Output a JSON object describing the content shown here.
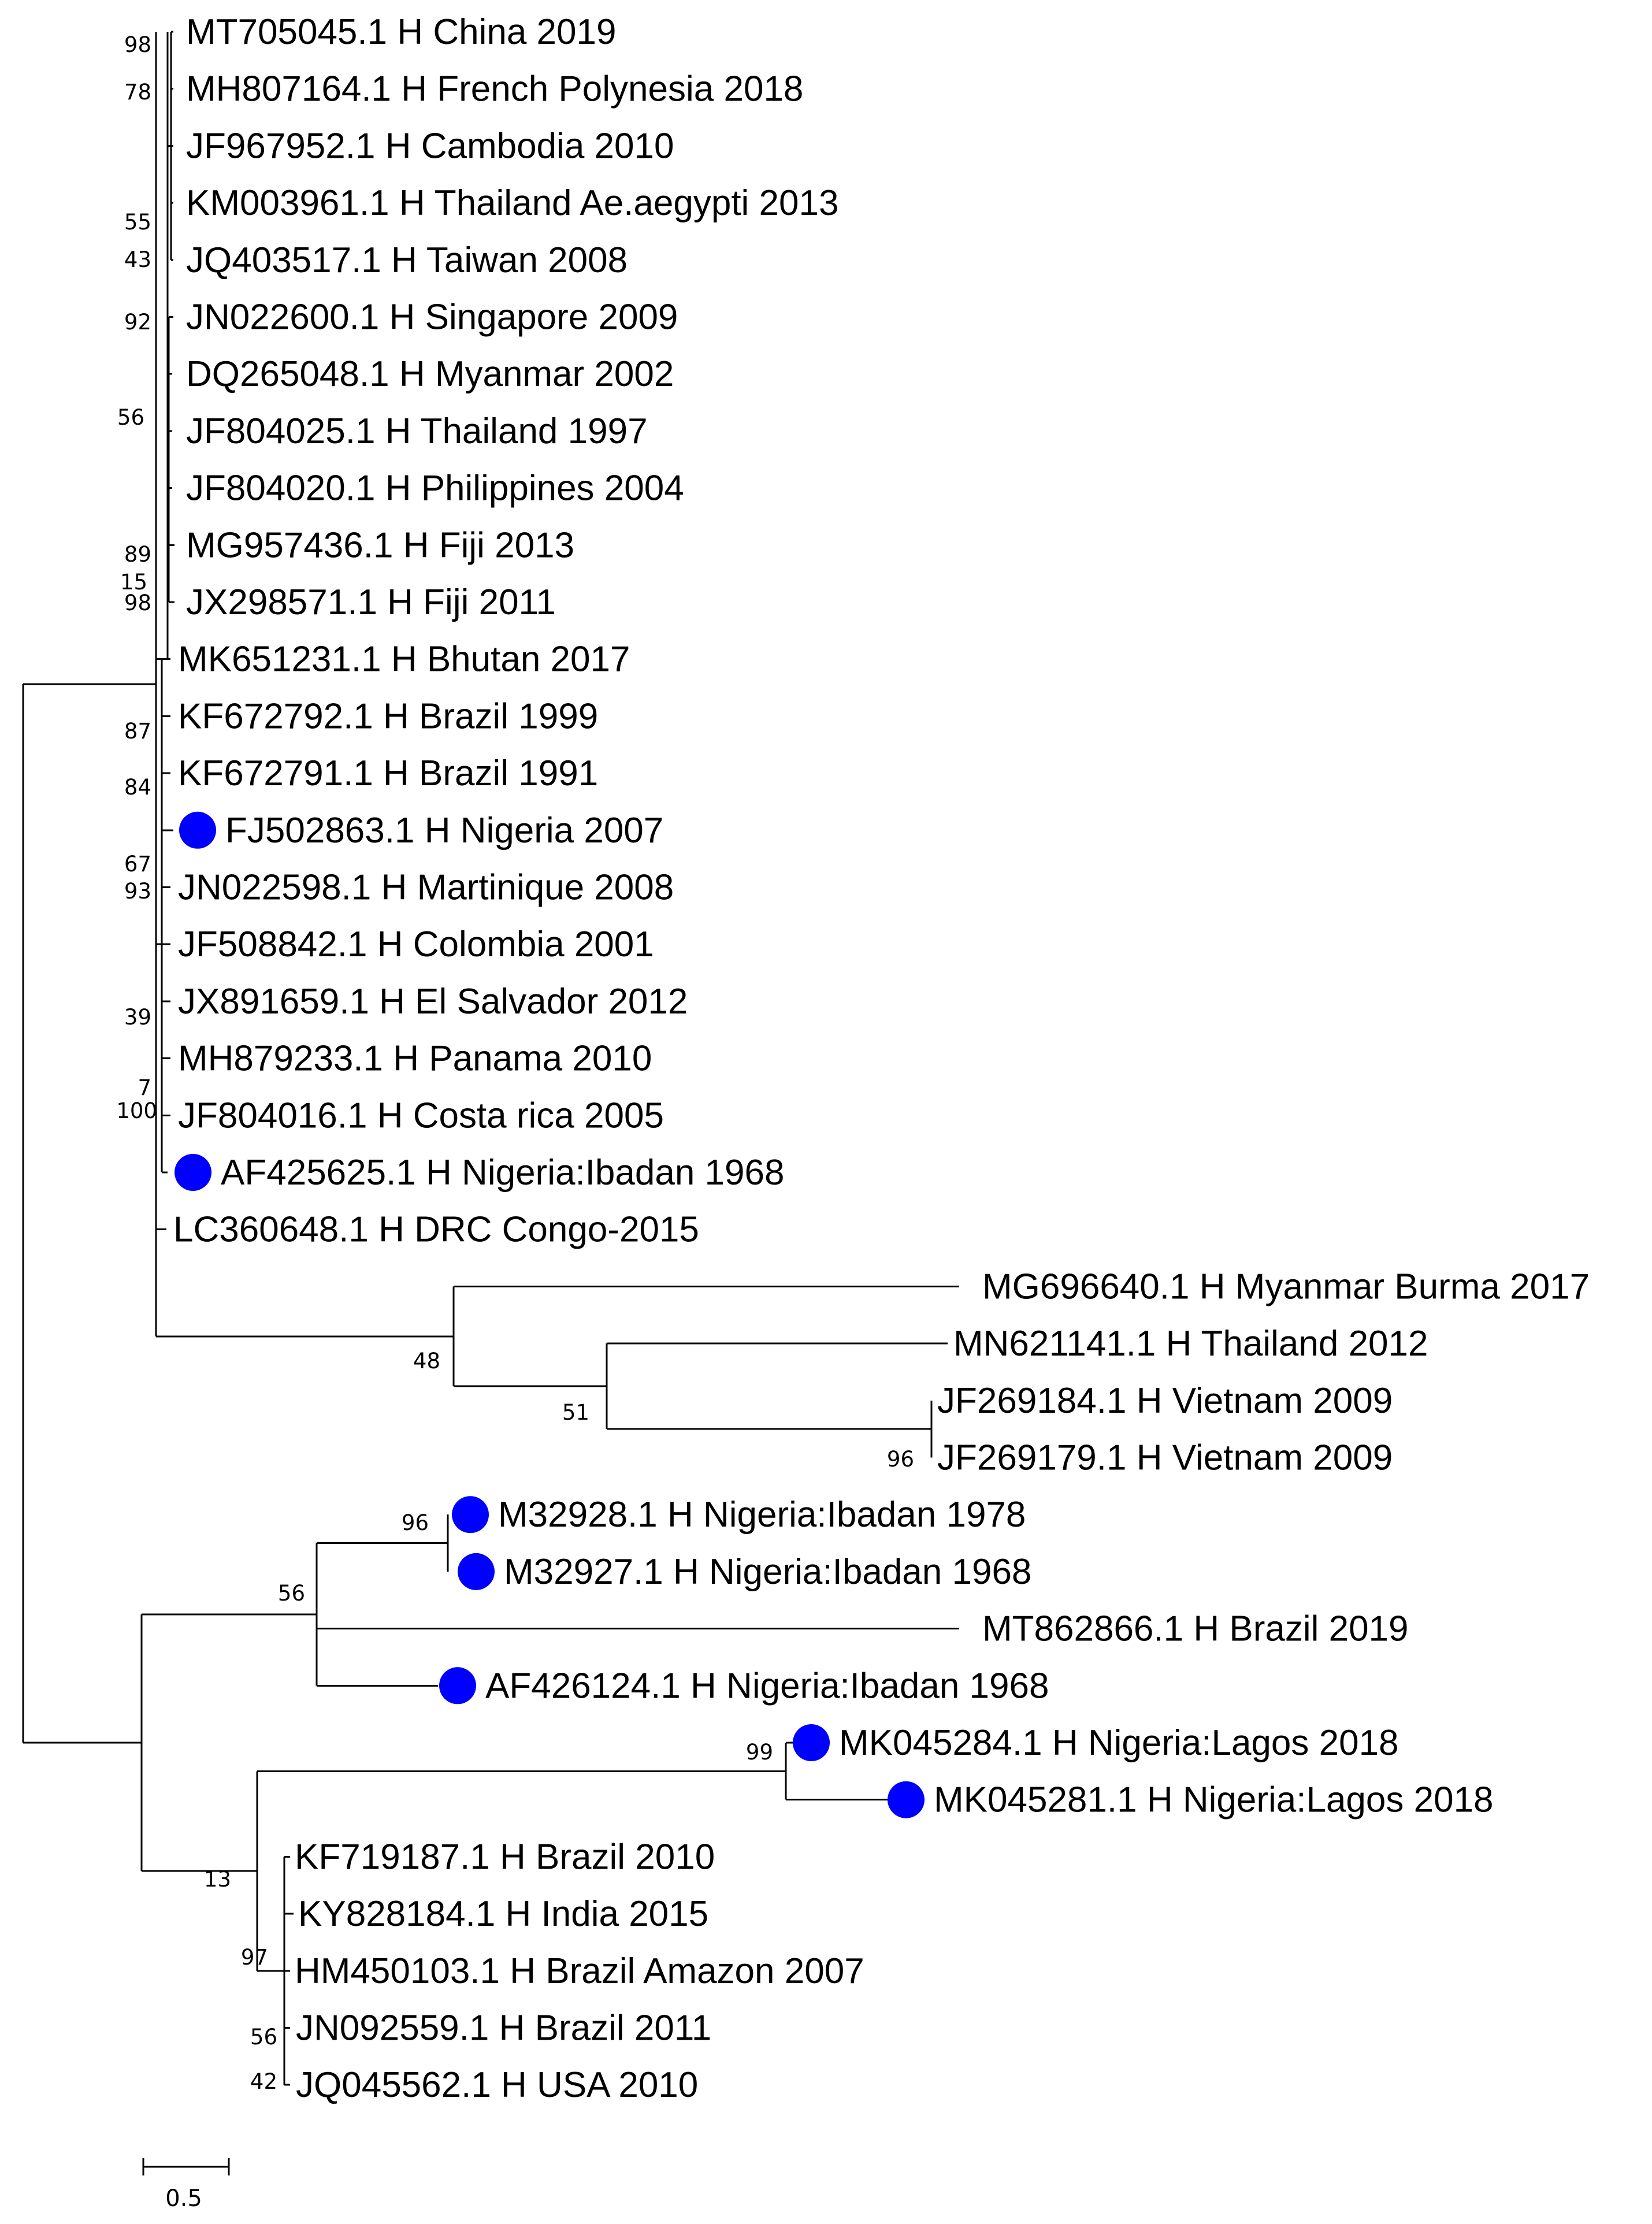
{
  "figure": {
    "highlight_color": "#0000ff",
    "line_color": "#000000"
  },
  "leaves": [
    {
      "label": "MT705045.1 H China 2019",
      "highlight": false
    },
    {
      "label": "MH807164.1 H French Polynesia 2018",
      "highlight": false
    },
    {
      "label": "JF967952.1 H Cambodia 2010",
      "highlight": false
    },
    {
      "label": "KM003961.1 H Thailand Ae.aegypti 2013",
      "highlight": false
    },
    {
      "label": "JQ403517.1 H Taiwan 2008",
      "highlight": false
    },
    {
      "label": "JN022600.1 H Singapore 2009",
      "highlight": false
    },
    {
      "label": "DQ265048.1 H Myanmar 2002",
      "highlight": false
    },
    {
      "label": "JF804025.1 H Thailand 1997",
      "highlight": false
    },
    {
      "label": "JF804020.1 H Philippines 2004",
      "highlight": false
    },
    {
      "label": "MG957436.1 H Fiji 2013",
      "highlight": false
    },
    {
      "label": "JX298571.1 H Fiji 2011",
      "highlight": false
    },
    {
      "label": "MK651231.1 H Bhutan 2017",
      "highlight": false
    },
    {
      "label": "KF672792.1 H Brazil 1999",
      "highlight": false
    },
    {
      "label": "KF672791.1 H Brazil 1991",
      "highlight": false
    },
    {
      "label": "FJ502863.1 H Nigeria 2007",
      "highlight": true
    },
    {
      "label": "JN022598.1 H Martinique 2008",
      "highlight": false
    },
    {
      "label": "JF508842.1 H Colombia 2001",
      "highlight": false
    },
    {
      "label": "JX891659.1 H El Salvador 2012",
      "highlight": false
    },
    {
      "label": "MH879233.1 H Panama 2010",
      "highlight": false
    },
    {
      "label": "JF804016.1 H Costa rica 2005",
      "highlight": false
    },
    {
      "label": "AF425625.1 H Nigeria:Ibadan 1968",
      "highlight": true
    },
    {
      "label": "LC360648.1 H DRC Congo-2015",
      "highlight": false
    },
    {
      "label": "MG696640.1 H Myanmar Burma 2017",
      "highlight": false
    },
    {
      "label": "MN621141.1 H Thailand 2012",
      "highlight": false
    },
    {
      "label": "JF269184.1 H Vietnam 2009",
      "highlight": false
    },
    {
      "label": "JF269179.1 H Vietnam 2009",
      "highlight": false
    },
    {
      "label": "M32928.1 H Nigeria:Ibadan 1978",
      "highlight": true
    },
    {
      "label": "M32927.1 H Nigeria:Ibadan 1968",
      "highlight": true
    },
    {
      "label": "MT862866.1 H Brazil 2019",
      "highlight": false
    },
    {
      "label": "AF426124.1 H Nigeria:Ibadan 1968",
      "highlight": true
    },
    {
      "label": "MK045284.1 H Nigeria:Lagos 2018",
      "highlight": true
    },
    {
      "label": "MK045281.1 H Nigeria:Lagos 2018",
      "highlight": true
    },
    {
      "label": "KF719187.1 H Brazil 2010",
      "highlight": false
    },
    {
      "label": "KY828184.1 H India 2015",
      "highlight": false
    },
    {
      "label": "HM450103.1 H Brazil Amazon 2007",
      "highlight": false
    },
    {
      "label": "JN092559.1 H Brazil 2011",
      "highlight": false
    },
    {
      "label": "JQ045562.1 H USA 2010",
      "highlight": false
    }
  ],
  "support_values": [
    "98",
    "78",
    "55",
    "43",
    "92",
    "56",
    "89",
    "15",
    "98",
    "87",
    "84",
    "67",
    "93",
    "39",
    "7",
    "100",
    "48",
    "51",
    "96",
    "96",
    "56",
    "99",
    "13",
    "97",
    "56",
    "42"
  ],
  "scale_bar": {
    "label": "0.5",
    "value": 0.5
  }
}
